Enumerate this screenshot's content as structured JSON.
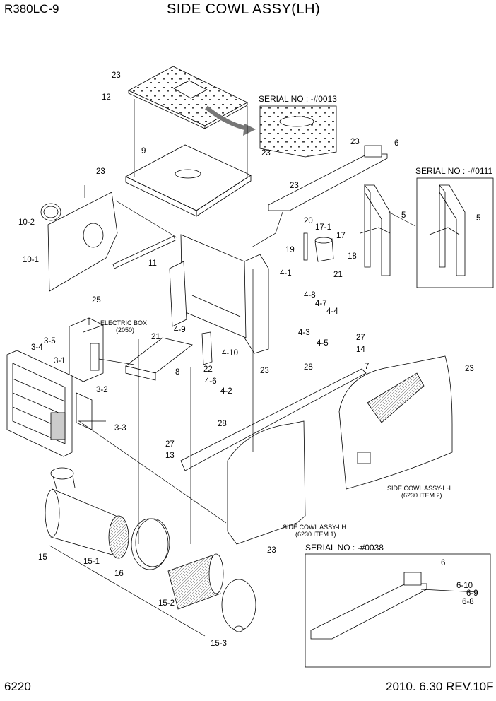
{
  "header": {
    "model": "R380LC-9",
    "title": "SIDE COWL ASSY(LH)"
  },
  "footer": {
    "page_number": "6220",
    "date_revision": "2010. 6.30  REV.10F"
  },
  "serial_notes": {
    "s0013": "SERIAL NO : -#0013",
    "s0111": "SERIAL NO : -#0111",
    "s0038": "SERIAL NO : -#0038"
  },
  "notes": {
    "electric_box_1": "ELECTRIC BOX",
    "electric_box_2": "(2050)",
    "cowl_item2_1": "SIDE COWL ASSY-LH",
    "cowl_item2_2": "(6230 ITEM 2)",
    "cowl_item1_1": "SIDE COWL ASSY-LH",
    "cowl_item1_2": "(6230 ITEM 1)"
  },
  "callouts": {
    "c23a": "23",
    "c12": "12",
    "c9": "9",
    "c23b": "23",
    "c23c": "23",
    "c6a": "6",
    "c23d": "23",
    "c23e": "23",
    "c10_2": "10-2",
    "c10_1": "10-1",
    "c11": "11",
    "c5a": "5",
    "c5b": "5",
    "c20": "20",
    "c17_1": "17-1",
    "c17": "17",
    "c19": "19",
    "c18": "18",
    "c21a": "21",
    "c4_1": "4-1",
    "c4_8": "4-8",
    "c4_7": "4-7",
    "c4_4": "4-4",
    "c25": "25",
    "c3_5": "3-5",
    "c3_4": "3-4",
    "c3_1": "3-1",
    "c21b": "21",
    "c4_9": "4-9",
    "c4_3": "4-3",
    "c4_5": "4-5",
    "c27a": "27",
    "c14": "14",
    "c4_10": "4-10",
    "c8": "8",
    "c22": "22",
    "c23f": "23",
    "c28a": "28",
    "c7": "7",
    "c23g": "23",
    "c4_6": "4-6",
    "c4_2": "4-2",
    "c3_2": "3-2",
    "c3_3": "3-3",
    "c28b": "28",
    "c27b": "27",
    "c13": "13",
    "c15": "15",
    "c15_1": "15-1",
    "c16": "16",
    "c15_2": "15-2",
    "c15_3": "15-3",
    "c23h": "23",
    "c6b": "6",
    "c6_10": "6-10",
    "c6_9": "6-9",
    "c6_8": "6-8"
  }
}
